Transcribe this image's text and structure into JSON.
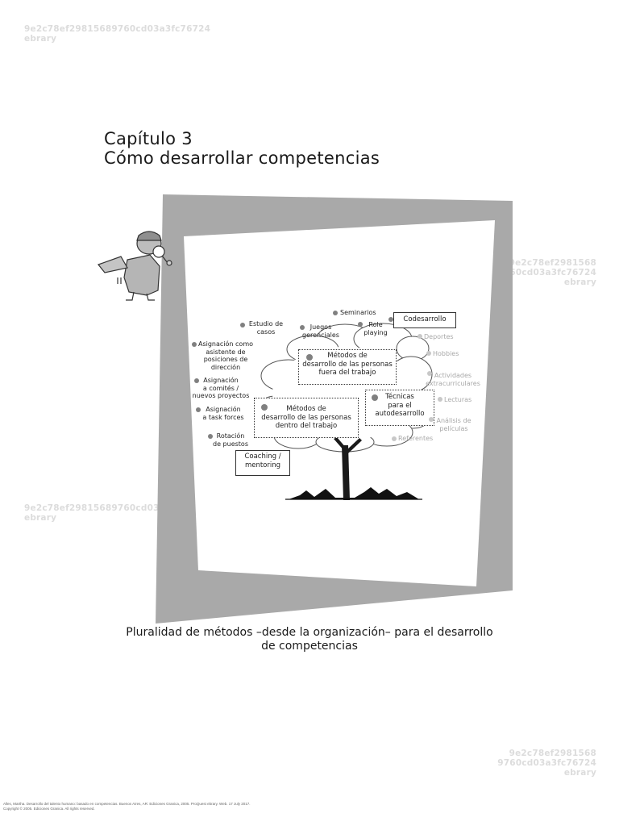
{
  "watermark": {
    "hash": "9e2c78ef2981568​9760cd03a3fc76724",
    "lib": "ebrary"
  },
  "chapter": {
    "line1": "Capítulo 3",
    "line2": "Cómo desarrollar competencias"
  },
  "diagram": {
    "center_inside": [
      "Métodos de",
      "desarrollo de las personas",
      "dentro del trabajo"
    ],
    "center_outside": [
      "Métodos de",
      "desarrollo de las personas",
      "fuera del trabajo"
    ],
    "center_self": [
      "Técnicas",
      "para el",
      "autodesarrollo"
    ],
    "codesarrollo": "Codesarrollo",
    "coaching": [
      "Coaching /",
      "mentoring"
    ],
    "left": {
      "estudio": [
        "Estudio de",
        "casos"
      ],
      "asistente": [
        "Asignación como",
        "asistente de",
        "posiciones de",
        "dirección"
      ],
      "comites": [
        "Asignación",
        "a comités /",
        "nuevos proyectos"
      ],
      "taskforces": [
        "Asignación",
        "a task forces"
      ],
      "rotacion": [
        "Rotación",
        "de puestos"
      ]
    },
    "top": {
      "seminarios": "Seminarios",
      "juegos": [
        "Juegos",
        "gerenciales"
      ],
      "role": [
        "Role",
        "playing"
      ]
    },
    "right": {
      "deportes": "Deportes",
      "hobbies": "Hobbies",
      "actividades": [
        "Actividades",
        "extracurriculares"
      ],
      "lecturas": "Lecturas",
      "analisis": [
        "Análisis de",
        "películas"
      ],
      "referentes": "Referentes"
    }
  },
  "caption": {
    "line1": "Pluralidad de métodos –desde la organización– para el desarrollo",
    "line2": "de competencias"
  },
  "footer": {
    "line1": "Alles, Martha. Desarrollo del talento humano: basado en competencias. Buenos Aires, AR: Ediciones Granica, 2005. ProQuest ebrary. Web. 17 July 2017.",
    "line2": "Copyright © 2005. Ediciones Granica. All rights reserved."
  },
  "colors": {
    "frame_gray": "#a9a9a9",
    "dot_gray": "#808080",
    "faint_text": "#a8a8a8"
  }
}
